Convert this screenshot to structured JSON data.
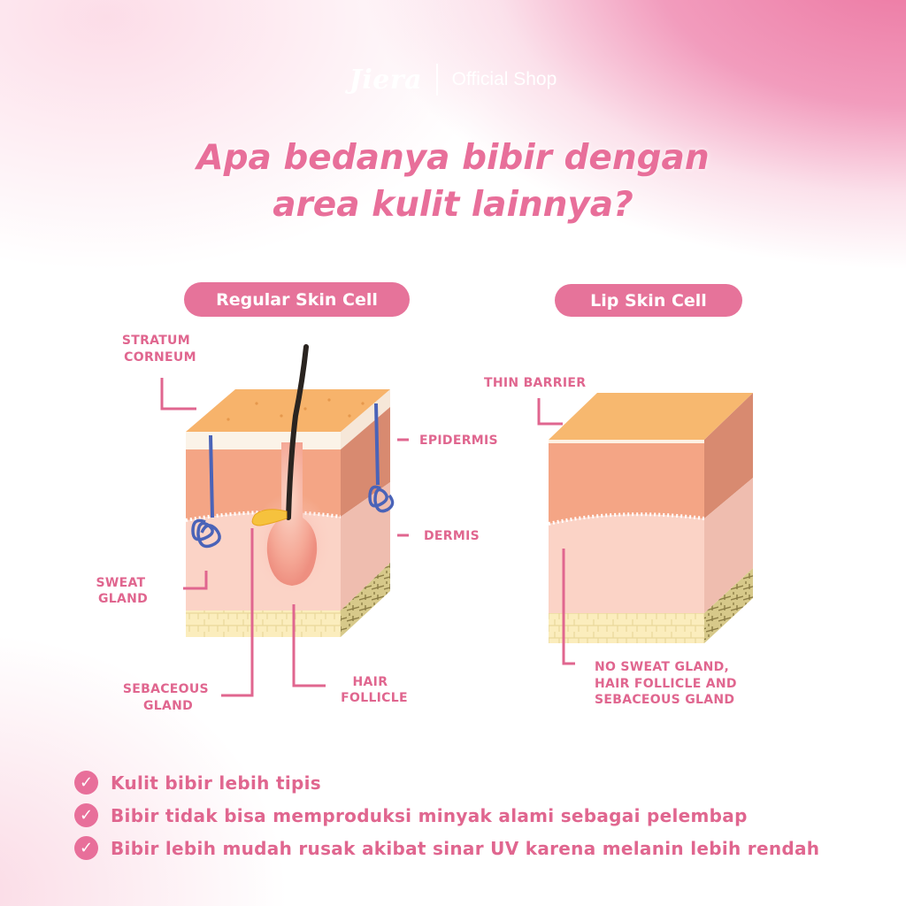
{
  "brand": {
    "logo": "Jiera",
    "shop": "Official Shop"
  },
  "title": {
    "line1": "Apa bedanya bibir dengan",
    "line2": "area kulit lainnya?"
  },
  "panels": {
    "regular": {
      "heading": "Regular Skin Cell",
      "labels": {
        "stratum_corneum": [
          "STRATUM",
          "CORNEUM"
        ],
        "epidermis": "EPIDERMIS",
        "dermis": "DERMIS",
        "sweat_gland": [
          "SWEAT",
          "GLAND"
        ],
        "sebaceous_gland": [
          "SEBACEOUS",
          "GLAND"
        ],
        "hair_follicle": [
          "HAIR",
          "FOLLICLE"
        ]
      }
    },
    "lip": {
      "heading": "Lip Skin Cell",
      "labels": {
        "thin_barrier": "THIN BARRIER",
        "no_glands": [
          "NO SWEAT GLAND,",
          "HAIR FOLLICLE AND",
          "SEBACEOUS GLAND"
        ]
      }
    }
  },
  "bullets": [
    "Kulit bibir lebih tipis",
    "Bibir tidak bisa memproduksi minyak alami sebagai pelembap",
    "Bibir lebih mudah rusak akibat sinar UV karena melanin lebih rendah"
  ],
  "colors": {
    "accent": "#e86f9a",
    "label": "#e0668f",
    "top_layer": "#f7b46d",
    "epidermis": "#f2a383",
    "dermis": "#fbd1c5",
    "fat": "#fbeec0",
    "sweat_gland": "#4a63b8"
  },
  "icons": {
    "bullet": "check-circle-icon"
  }
}
